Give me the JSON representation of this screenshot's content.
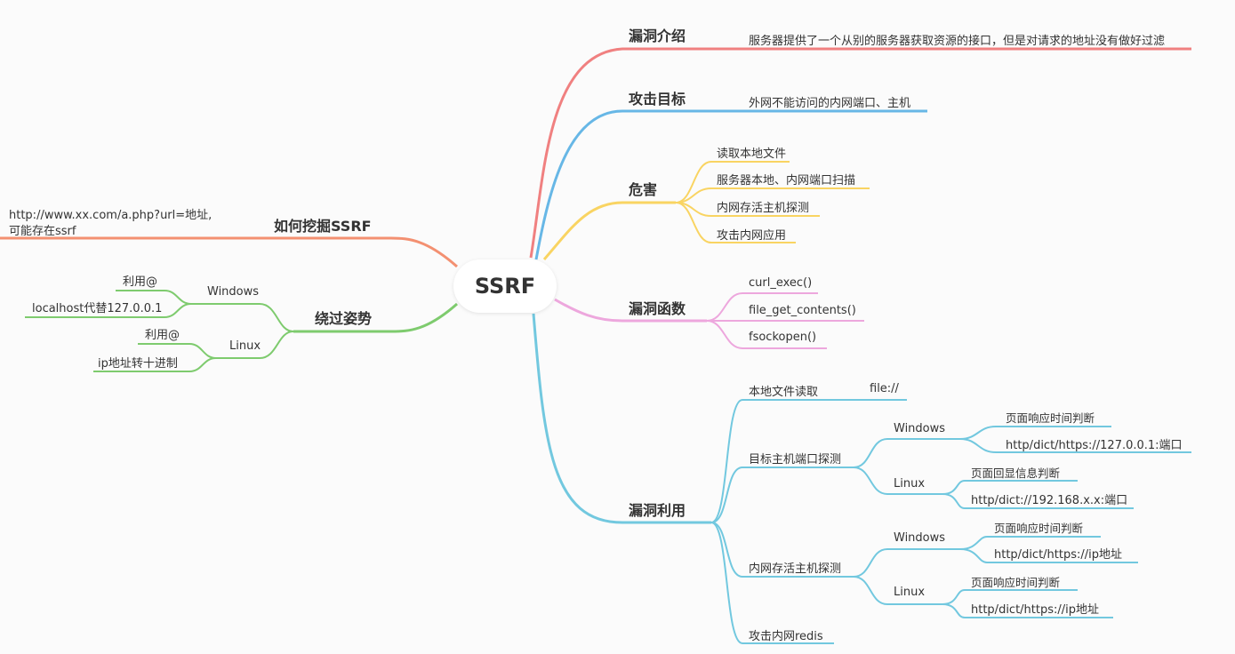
{
  "colors": {
    "red": "#f08080",
    "blue": "#67b7e6",
    "yellow": "#f9d462",
    "pink": "#eda7dd",
    "teal": "#72c8df",
    "orange": "#f39071",
    "green": "#7ecb6e"
  },
  "root": {
    "label": "SSRF"
  },
  "intro": {
    "label": "漏洞介绍",
    "desc": "服务器提供了一个从别的服务器获取资源的接口，但是对请求的地址没有做好过滤"
  },
  "target": {
    "label": "攻击目标",
    "desc": "外网不能访问的内网端口、主机"
  },
  "harm": {
    "label": "危害",
    "items": [
      "读取本地文件",
      "服务器本地、内网端口扫描",
      "内网存活主机探测",
      "攻击内网应用"
    ]
  },
  "functions": {
    "label": "漏洞函数",
    "items": [
      "curl_exec()",
      "file_get_contents()",
      "fsockopen()"
    ]
  },
  "exploit": {
    "label": "漏洞利用",
    "local_read": {
      "label": "本地文件读取",
      "value": "file://"
    },
    "port_scan": {
      "label": "目标主机端口探测",
      "windows": {
        "label": "Windows",
        "items": [
          "页面响应时间判断",
          "http/dict/https://127.0.0.1:端口"
        ]
      },
      "linux": {
        "label": "Linux",
        "items": [
          "页面回显信息判断",
          "http/dict://192.168.x.x:端口"
        ]
      }
    },
    "host_detect": {
      "label": "内网存活主机探测",
      "windows": {
        "label": "Windows",
        "items": [
          "页面响应时间判断",
          "http/dict/https://ip地址"
        ]
      },
      "linux": {
        "label": "Linux",
        "items": [
          "页面响应时间判断",
          "http/dict/https://ip地址"
        ]
      }
    },
    "redis": {
      "label": "攻击内网redis"
    }
  },
  "find": {
    "label": "如何挖掘SSRF",
    "desc_line1": "http://www.xx.com/a.php?url=地址,",
    "desc_line2": "可能存在ssrf"
  },
  "bypass": {
    "label": "绕过姿势",
    "windows": {
      "label": "Windows",
      "items": [
        "利用@",
        "localhost代替127.0.0.1"
      ]
    },
    "linux": {
      "label": "Linux",
      "items": [
        "利用@",
        "ip地址转十进制"
      ]
    }
  }
}
